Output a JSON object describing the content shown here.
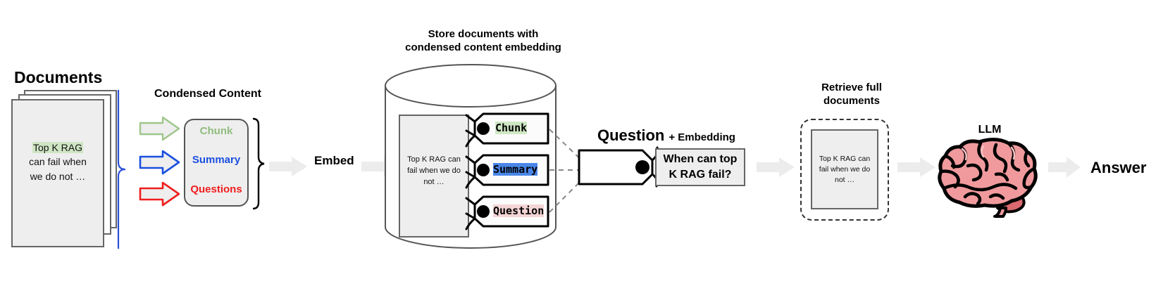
{
  "diagram": {
    "title_documents": "Documents",
    "title_condensed": "Condensed Content",
    "title_store": "Store documents with\ncondensed content embedding",
    "title_retrieve": "Retrieve full\ndocuments",
    "label_embed": "Embed",
    "label_question_big": "Question",
    "label_question_small": "+ Embedding",
    "label_llm": "LLM",
    "label_answer": "Answer"
  },
  "document": {
    "highlight_text": "Top K RAG",
    "line2": "can fail when",
    "line3": "we do not …"
  },
  "stored_document": {
    "line1": "Top K RAG can",
    "line2": "fail when we do",
    "line3": "not …"
  },
  "retrieved_document": {
    "line1": "Top K RAG can",
    "line2": "fail when we do",
    "line3": "not …"
  },
  "condensed": {
    "items": [
      {
        "label": "Chunk",
        "color": "#8fbc7e"
      },
      {
        "label": "Summary",
        "color": "#1a4fe0"
      },
      {
        "label": "Questions",
        "color": "#f01e1e"
      }
    ]
  },
  "arrows": {
    "chunk_arrow_color": "#9ec68b",
    "summary_arrow_color": "#1a4fe0",
    "questions_arrow_color": "#f01e1e",
    "gray_arrow_color": "#ececec"
  },
  "tags": [
    {
      "label": "Chunk",
      "highlight": "#cfe8c4"
    },
    {
      "label": "Summary",
      "highlight": "#4a86e8"
    },
    {
      "label": "Question",
      "highlight": "#f4d5d5"
    }
  ],
  "question_box": {
    "text": "When can top\nK RAG fail?"
  },
  "colors": {
    "brain_fill": "#f09a9d",
    "brain_outline": "#000000",
    "doc_fill": "#eeeeee",
    "doc_stroke": "#666666",
    "cylinder_stroke": "#555555",
    "bracket_blue": "#2a4fd8"
  }
}
